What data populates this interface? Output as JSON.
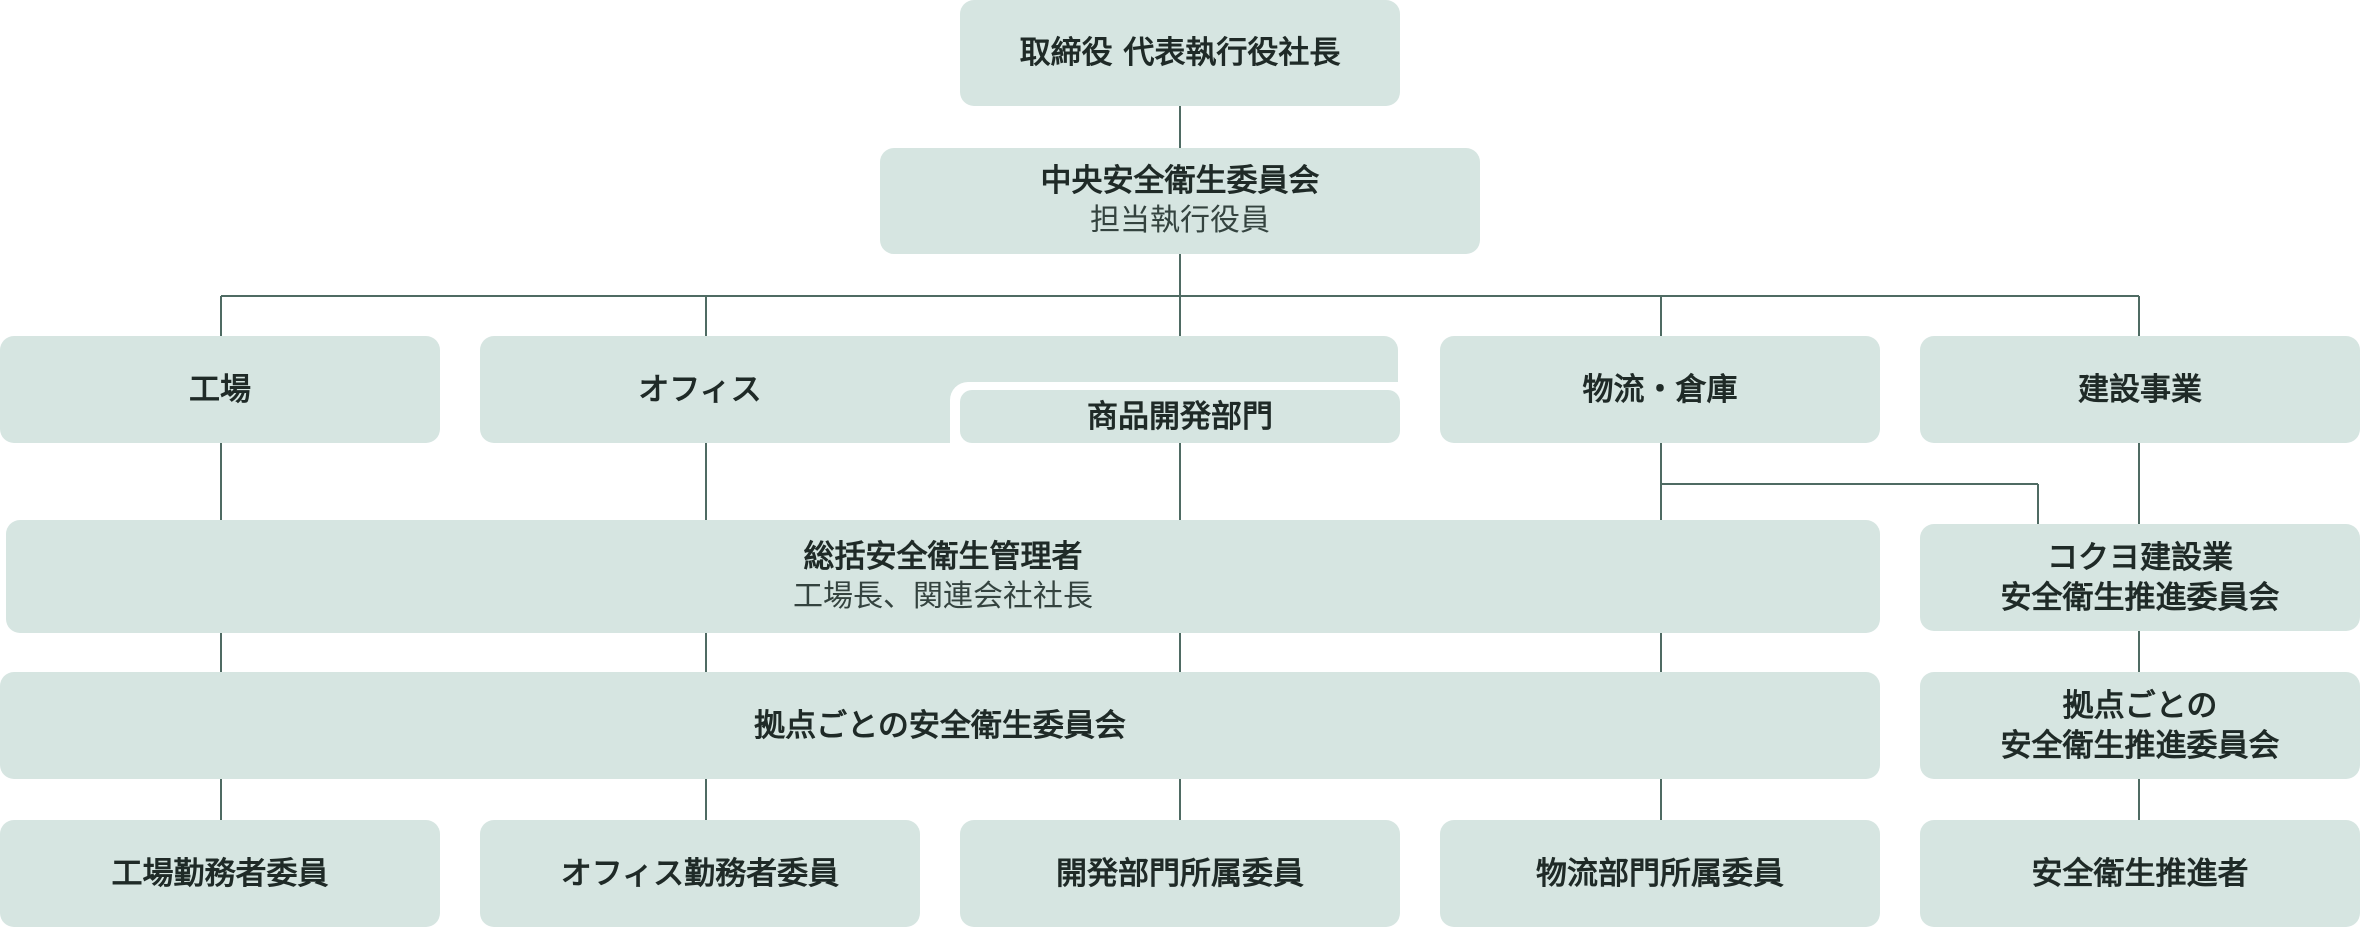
{
  "ceo": "取締役 代表執行役社長",
  "committee": {
    "title": "中央安全衛生委員会",
    "sub": "担当執行役員"
  },
  "divisions": {
    "factory": "工場",
    "office": "オフィス",
    "product_dev": "商品開発部門",
    "logistics": "物流・倉庫",
    "construction": "建設事業"
  },
  "general_manager": {
    "title": "総括安全衛生管理者",
    "sub": "工場長、関連会社社長"
  },
  "site_committee": "拠点ごとの安全衛生委員会",
  "construction_committee": {
    "line1": "コクヨ建設業",
    "line2": "安全衛生推進委員会"
  },
  "construction_site_committee": {
    "line1": "拠点ごとの",
    "line2": "安全衛生推進委員会"
  },
  "members": {
    "factory": "工場勤務者委員",
    "office": "オフィス勤務者委員",
    "dev": "開発部門所属委員",
    "logistics": "物流部門所属委員",
    "promoter": "安全衛生推進者"
  },
  "colors": {
    "box": "#d6e5e1",
    "line": "#4f6b63",
    "text": "#1f2a27"
  }
}
